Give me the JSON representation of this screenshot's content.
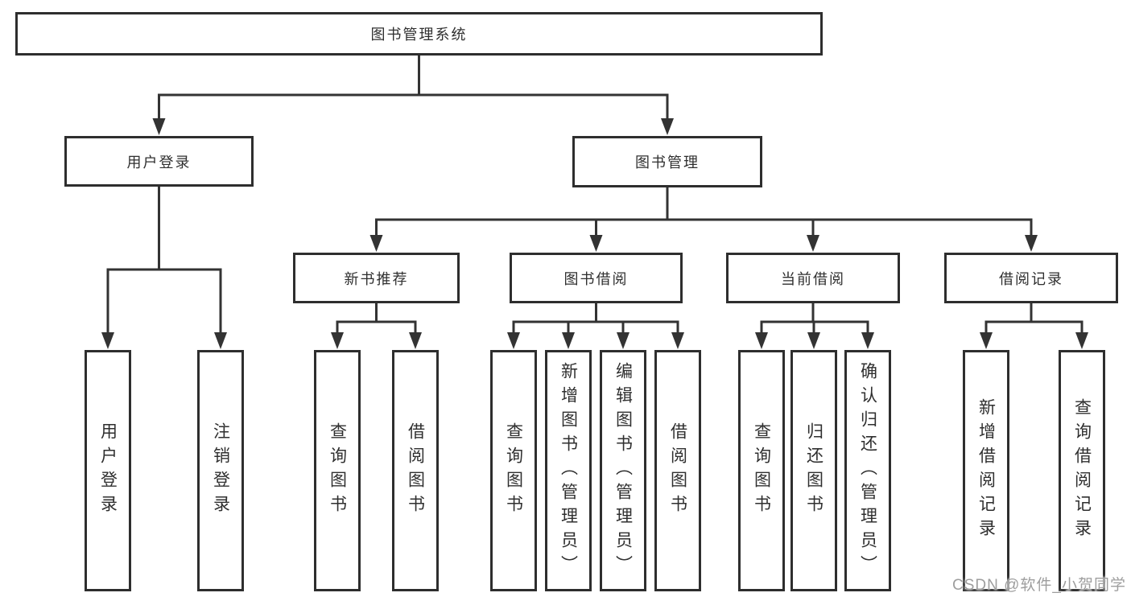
{
  "diagram": {
    "root": {
      "label": "图书管理系统",
      "children": [
        {
          "label": "用户登录",
          "children": [
            {
              "label": "用户登录"
            },
            {
              "label": "注销登录"
            }
          ]
        },
        {
          "label": "图书管理",
          "children": [
            {
              "label": "新书推荐",
              "children": [
                {
                  "label": "查询图书"
                },
                {
                  "label": "借阅图书"
                }
              ]
            },
            {
              "label": "图书借阅",
              "children": [
                {
                  "label": "查询图书"
                },
                {
                  "label": "新增图书（管理员）"
                },
                {
                  "label": "编辑图书（管理员）"
                },
                {
                  "label": "借阅图书"
                }
              ]
            },
            {
              "label": "当前借阅",
              "children": [
                {
                  "label": "查询图书"
                },
                {
                  "label": "归还图书"
                },
                {
                  "label": "确认归还（管理员）"
                }
              ]
            },
            {
              "label": "借阅记录",
              "children": [
                {
                  "label": "新增借阅记录"
                },
                {
                  "label": "查询借阅记录"
                }
              ]
            }
          ]
        }
      ]
    }
  },
  "watermark": "CSDN @软件_小贺同学",
  "colors": {
    "line": "#333333",
    "text": "#2f2f2f",
    "box_border": "#2e2e2e",
    "box_bg": "#ffffff",
    "watermark": "#9e9e9e",
    "background": "#ffffff"
  }
}
